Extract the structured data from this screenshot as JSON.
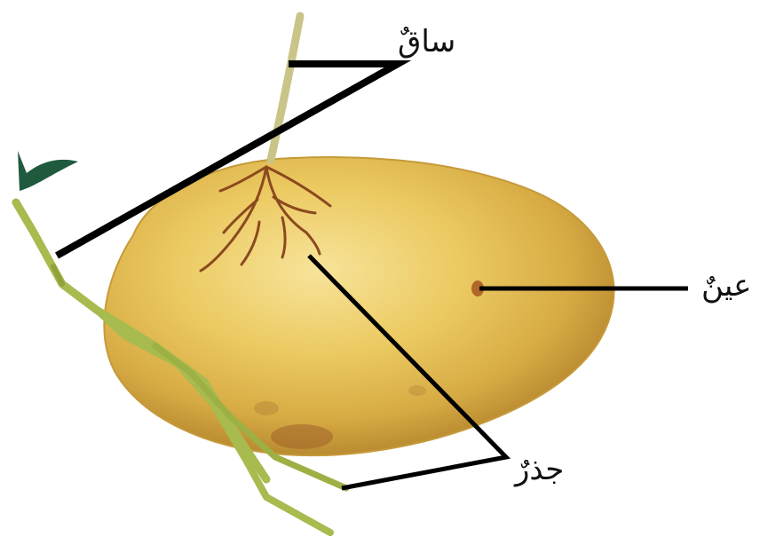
{
  "labels": {
    "stem": "ساقٌ",
    "eye": "عينٌ",
    "root": "جذرٌ"
  },
  "colors": {
    "potato_light": "#f2d774",
    "potato_mid": "#dcb24a",
    "potato_dark": "#b9892e",
    "sprout": "#a7bb4e",
    "sprout_dark": "#7f9a37",
    "leaf": "#1f5a3f",
    "root": "#8a4a1e",
    "leader_line": "#000000"
  }
}
